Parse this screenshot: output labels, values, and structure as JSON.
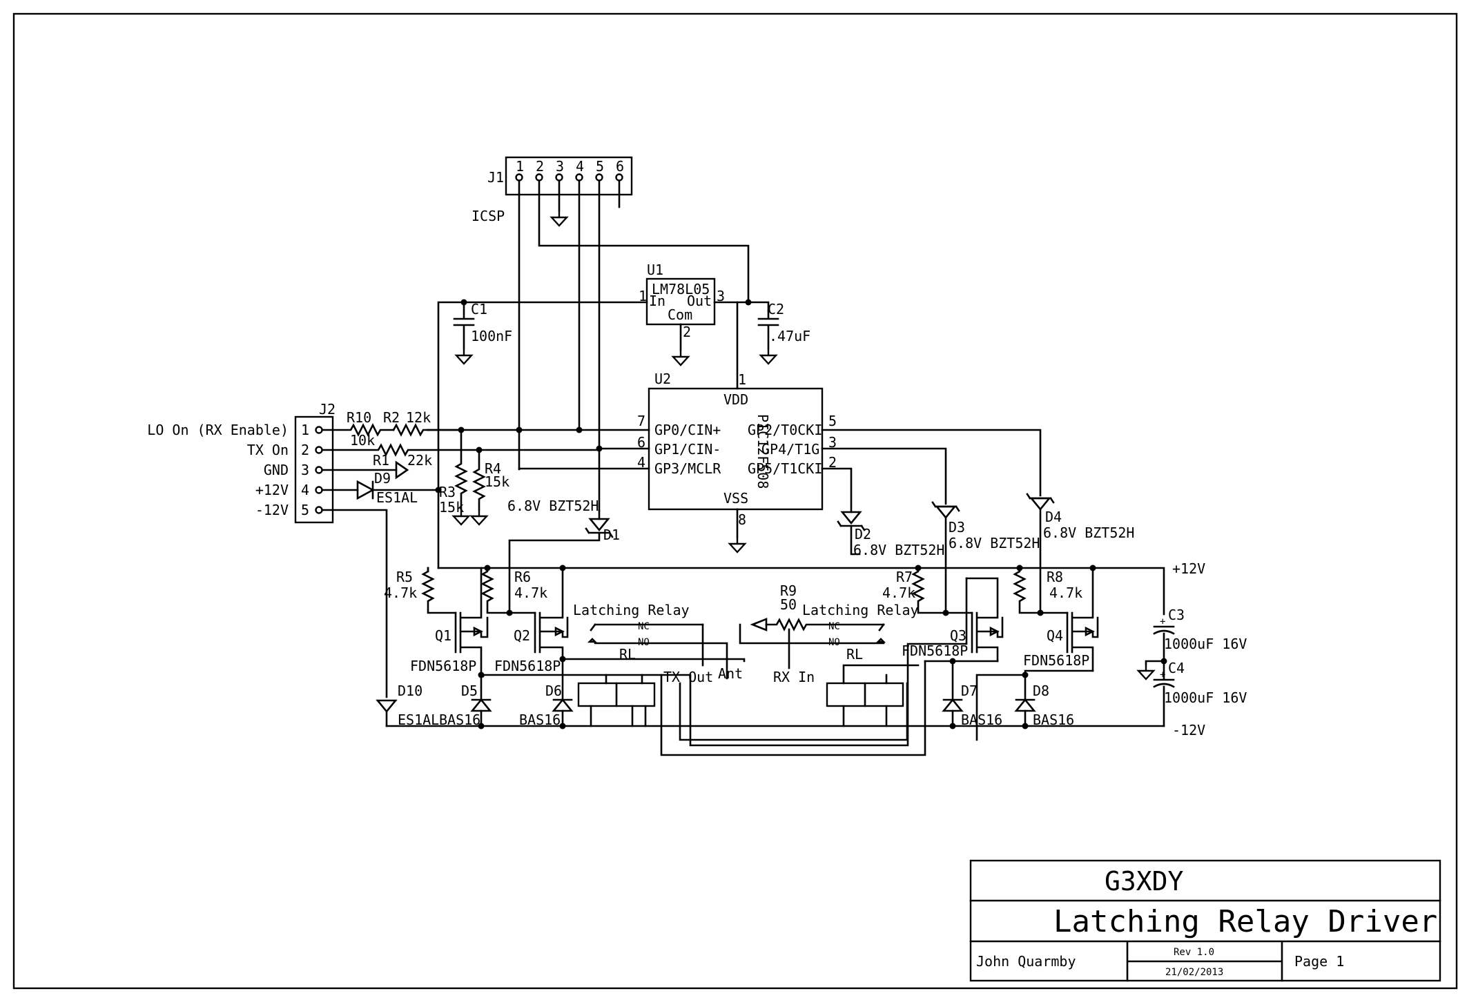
{
  "title_block": {
    "company": "G3XDY",
    "title": "Latching Relay Driver",
    "author": "John Quarmby",
    "rev": "Rev 1.0",
    "date": "21/02/2013",
    "page": "Page 1"
  },
  "j1": {
    "ref": "J1",
    "label": "ICSP",
    "pins": [
      "1",
      "2",
      "3",
      "4",
      "5",
      "6"
    ]
  },
  "j2": {
    "ref": "J2",
    "pins": [
      "1",
      "2",
      "3",
      "4",
      "5"
    ],
    "signals": [
      "LO On (RX Enable)",
      "TX On",
      "GND",
      "+12V",
      "-12V"
    ]
  },
  "u1": {
    "ref": "U1",
    "part": "LM78L05",
    "in": "In",
    "out": "Out",
    "com": "Com",
    "pin_in": "1",
    "pin_out": "3",
    "pin_com": "2"
  },
  "u2": {
    "ref": "U2",
    "part": "PIC12F508",
    "vdd": "VDD",
    "vss": "VSS",
    "gp0": "GP0/CIN+",
    "gp1": "GP1/CIN-",
    "gp3": "GP3/MCLR",
    "gp2": "GP2/T0CKI",
    "gp4": "GP4/T1G",
    "gp5": "GP5/T1CKI",
    "p1": "1",
    "p7": "7",
    "p6": "6",
    "p4": "4",
    "p5": "5",
    "p3": "3",
    "p2": "2",
    "p8": "8"
  },
  "caps": {
    "c1": "C1",
    "c1v": "100nF",
    "c2": "C2",
    "c2v": ".47uF",
    "c3": "C3",
    "c3v": "1000uF 16V",
    "c4": "C4",
    "c4v": "1000uF 16V"
  },
  "resistors": {
    "r10": "R10",
    "r10v": "10k",
    "r2": "R2",
    "r2v": "12k",
    "r1": "R1",
    "r1v": "22k",
    "r3": "R3",
    "r3v": "15k",
    "r4": "R4",
    "r4v": "15k",
    "r5": "R5",
    "r5v": "4.7k",
    "r6": "R6",
    "r6v": "4.7k",
    "r7": "R7",
    "r7v": "4.7k",
    "r8": "R8",
    "r8v": "4.7k",
    "r9": "R9",
    "r9v": "50"
  },
  "diodes": {
    "d1": "D1",
    "d1v": "6.8V BZT52H",
    "d2": "D2",
    "d2v": "6.8V BZT52H",
    "d3": "D3",
    "d3v": "6.8V BZT52H",
    "d4": "D4",
    "d4v": "6.8V BZT52H",
    "d5": "D5",
    "d5v": "BAS16",
    "d6": "D6",
    "d6v": "BAS16",
    "d7": "D7",
    "d7v": "BAS16",
    "d8": "D8",
    "d8v": "BAS16",
    "d9": "D9",
    "d9v": "ES1AL",
    "d10": "D10",
    "d10v": "ES1AL"
  },
  "transistors": {
    "q1": "Q1",
    "q2": "Q2",
    "q3": "Q3",
    "q4": "Q4",
    "part": "FDN5618P"
  },
  "relays": {
    "label": "Latching Relay",
    "nc": "NC",
    "no": "NO",
    "rl": "RL",
    "tx_out": "TX Out",
    "ant": "Ant",
    "rx_in": "RX In"
  },
  "rails": {
    "pos": "+12V",
    "neg": "-12V"
  }
}
